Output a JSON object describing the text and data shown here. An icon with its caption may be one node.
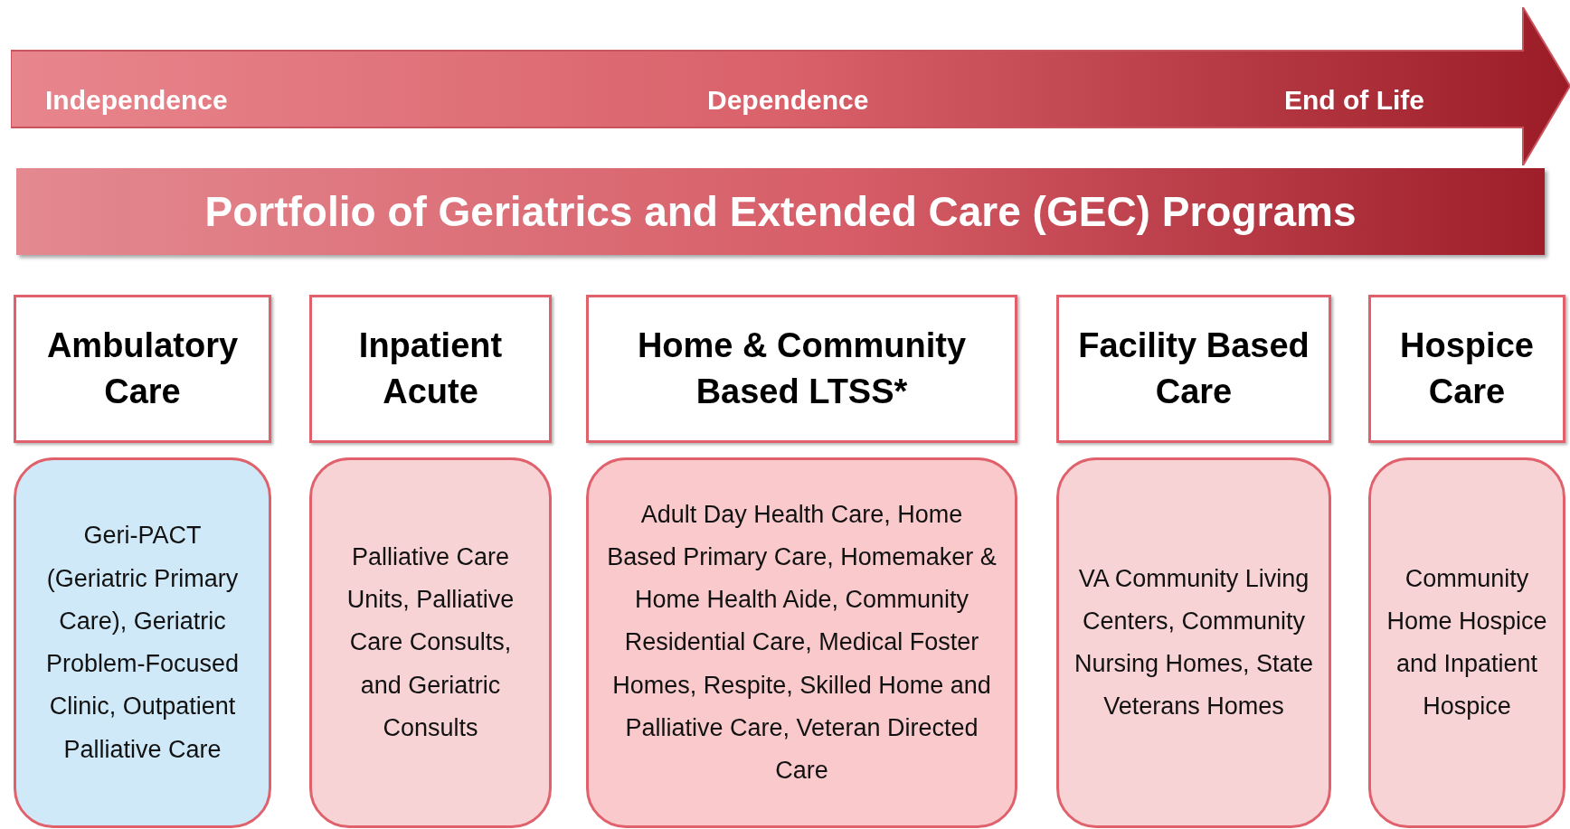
{
  "diagram": {
    "title": "Portfolio of Geriatrics and Extended Care (GEC) Programs",
    "nodes": [
      {
        "text": [
          "Independence",
          "Dependence",
          "End of Life"
        ]
      },
      {
        "text": [
          "Ambulatory Care"
        ]
      },
      {
        "text": [
          "Inpatient Acute"
        ]
      },
      {
        "text": [
          "Home & Community Based LTSS*"
        ]
      },
      {
        "text": [
          "Facility Based Care"
        ]
      },
      {
        "text": [
          "Hospice Care"
        ]
      },
      {
        "text": [
          "Geri-PACT (Geriatric Primary Care), Geriatric Problem-Focused Clinic, Outpatient Palliative Care"
        ]
      },
      {
        "text": [
          "Palliative Care Units, Palliative Care Consults, and Geriatric Consults"
        ]
      },
      {
        "text": [
          "Adult Day Health Care, Home Based Primary Care, Homemaker & Home Health Aide, Community Residential Care, Medical Foster Homes, Respite, Skilled Home and Palliative Care, Veteran Directed Care"
        ]
      },
      {
        "text": [
          "VA Community Living Centers, Community Nursing Homes, State Veterans Homes"
        ]
      },
      {
        "text": [
          "Community Home Hospice and Inpatient Hospice"
        ]
      }
    ]
  }
}
